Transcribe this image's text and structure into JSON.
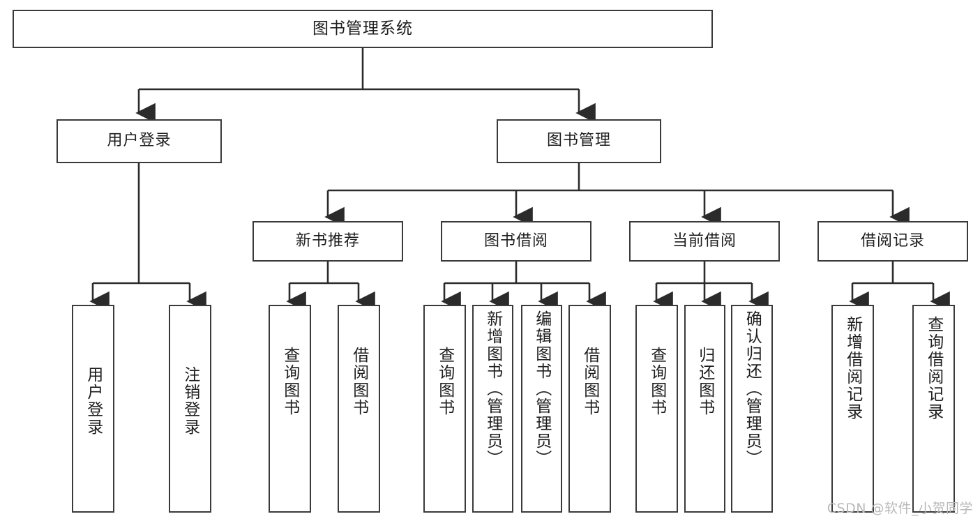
{
  "diagram": {
    "title": "图书管理系统",
    "type": "hierarchy-tree",
    "root": {
      "label": "图书管理系统"
    },
    "level1": [
      {
        "label": "用户登录"
      },
      {
        "label": "图书管理"
      }
    ],
    "level2": [
      {
        "label": "新书推荐"
      },
      {
        "label": "图书借阅"
      },
      {
        "label": "当前借阅"
      },
      {
        "label": "借阅记录"
      }
    ],
    "leaves": {
      "user_login": [
        {
          "label": "用户登录"
        },
        {
          "label": "注销登录"
        }
      ],
      "new_book_recommend": [
        {
          "label": "查询图书"
        },
        {
          "label": "借阅图书"
        }
      ],
      "book_borrow": [
        {
          "label": "查询图书"
        },
        {
          "label": "新增图书（管理员）"
        },
        {
          "label": "编辑图书（管理员）"
        },
        {
          "label": "借阅图书"
        }
      ],
      "current_borrow": [
        {
          "label": "查询图书"
        },
        {
          "label": "归还图书"
        },
        {
          "label": "确认归还（管理员）"
        }
      ],
      "borrow_record": [
        {
          "label": "新增借阅记录"
        },
        {
          "label": "查询借阅记录"
        }
      ]
    }
  },
  "watermark": {
    "text": "CSDN @软件_小贺同学"
  },
  "colors": {
    "border": "#3a3a3a",
    "line": "#2b2b2b",
    "text": "#1d1d1d",
    "background": "#ffffff",
    "watermark": "#b9b9b9"
  }
}
